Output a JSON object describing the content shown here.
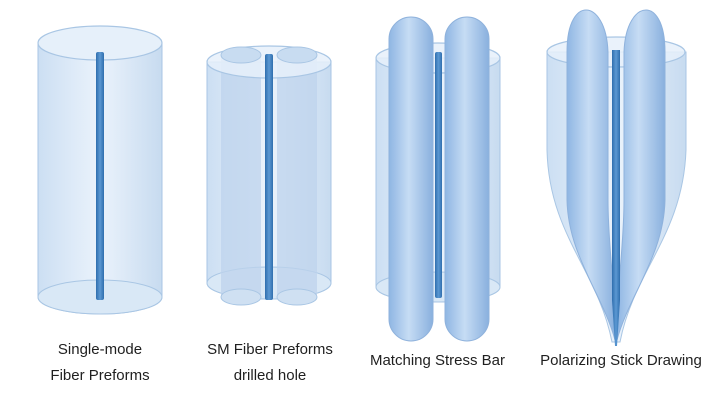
{
  "diagram": {
    "stages": [
      {
        "name": "single-mode-preform",
        "caption_lines": [
          "Single-mode",
          "Fiber Preforms"
        ]
      },
      {
        "name": "drilled-preform",
        "caption_lines": [
          "SM Fiber Preforms",
          "drilled hole"
        ]
      },
      {
        "name": "stress-bar-preform",
        "caption_lines": [
          "Matching Stress Bar"
        ]
      },
      {
        "name": "polarizing-drawing",
        "caption_lines": [
          "Polarizing Stick Drawing"
        ]
      }
    ],
    "colors": {
      "glass_fill": "#d6e6f5",
      "glass_edge": "#a9c6e4",
      "core": "#3f7fbf",
      "stress_rod": "#9fc2ea",
      "caption_text": "#1f1f1f"
    }
  }
}
